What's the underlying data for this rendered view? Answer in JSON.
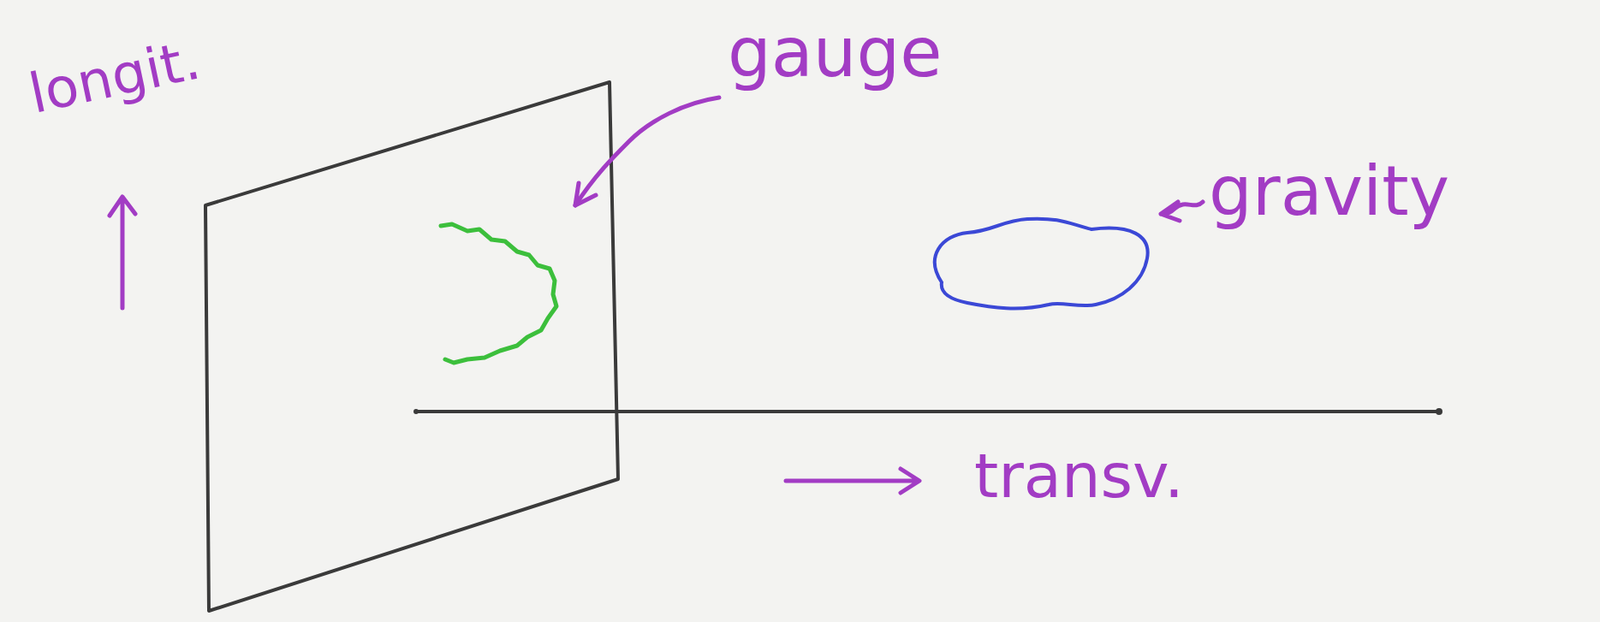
{
  "diagram": {
    "labels": [
      "longit.",
      "gauge",
      "gravity",
      "transv."
    ]
  }
}
